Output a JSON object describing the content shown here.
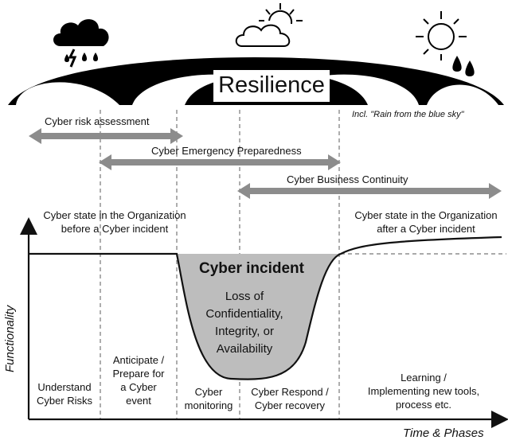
{
  "title": "Resilience",
  "note": "Incl. \"Rain from the blue sky\"",
  "arrows": {
    "risk_assessment": "Cyber risk assessment",
    "emergency_preparedness": "Cyber Emergency Preparedness",
    "business_continuity": "Cyber Business Continuity"
  },
  "states": {
    "before": [
      "Cyber state in the Organization",
      "before a Cyber incident"
    ],
    "after": [
      "Cyber state in the Organization",
      "after a Cyber incident"
    ]
  },
  "incident": {
    "title": "Cyber incident",
    "description": [
      "Loss of",
      "Confidentiality,",
      "Integrity, or",
      "Availability"
    ]
  },
  "phases": [
    [
      "Understand",
      "Cyber Risks"
    ],
    [
      "Anticipate /",
      "Prepare for",
      "a Cyber",
      "event"
    ],
    [
      "Cyber",
      "monitoring"
    ],
    [
      "Cyber Respond /",
      "Cyber recovery"
    ],
    [
      "Learning /",
      "Implementing new tools,",
      "process etc."
    ]
  ],
  "axes": {
    "y": "Functionality",
    "x": "Time & Phases"
  },
  "icons": [
    "storm-cloud-icon",
    "sun-behind-cloud-icon",
    "sun-rain-icon",
    "umbrella-icon"
  ]
}
